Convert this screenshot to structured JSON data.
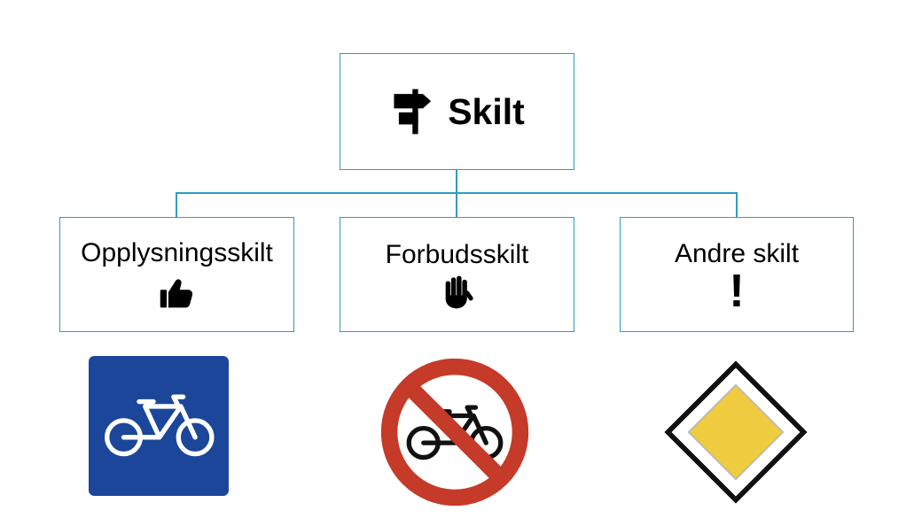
{
  "diagram": {
    "root": {
      "label": "Skilt",
      "icon": "signpost-icon"
    },
    "children": [
      {
        "label": "Opplysningsskilt",
        "icon": "thumbs-up-icon"
      },
      {
        "label": "Forbudsskilt",
        "icon": "raised-hand-icon"
      },
      {
        "label": "Andre skilt",
        "icon": "exclamation-icon",
        "icon_glyph": "!"
      }
    ]
  },
  "signs": [
    {
      "name": "cycle-path-sign"
    },
    {
      "name": "no-cycling-sign"
    },
    {
      "name": "priority-road-sign"
    }
  ],
  "colors": {
    "box_outline": "#2E9BC3",
    "sign_blue": "#1C4699",
    "prohibition_red": "#C53A28",
    "priority_yellow": "#EFCB3F"
  }
}
